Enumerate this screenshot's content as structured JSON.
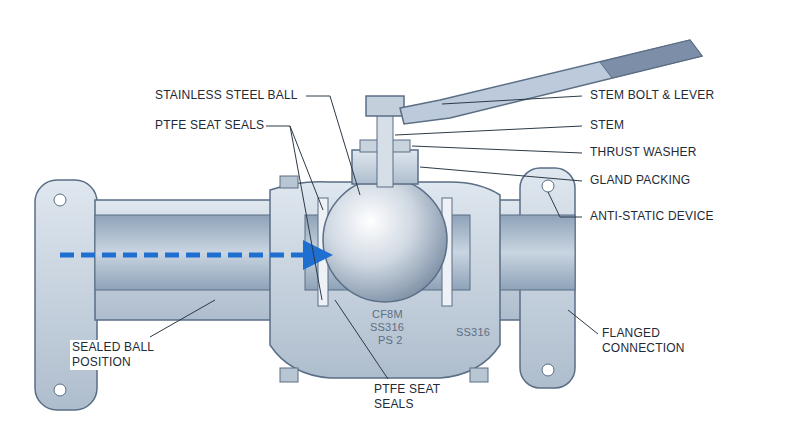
{
  "diagram": {
    "labels": [
      "STAINLESS STEEL BALL",
      "PTFE SEAT SEALS",
      "STEM BOLT & LEVER",
      "STEM",
      "THRUST WASHER",
      "GLAND PACKING",
      "ANTI-STATIC DEVICE",
      "CF8M",
      "SS316",
      "PS 2",
      "SS316",
      "SEALED BALL POSITION",
      "FLANGED CONNECTION",
      "PTFE SEAT SEALS"
    ]
  }
}
